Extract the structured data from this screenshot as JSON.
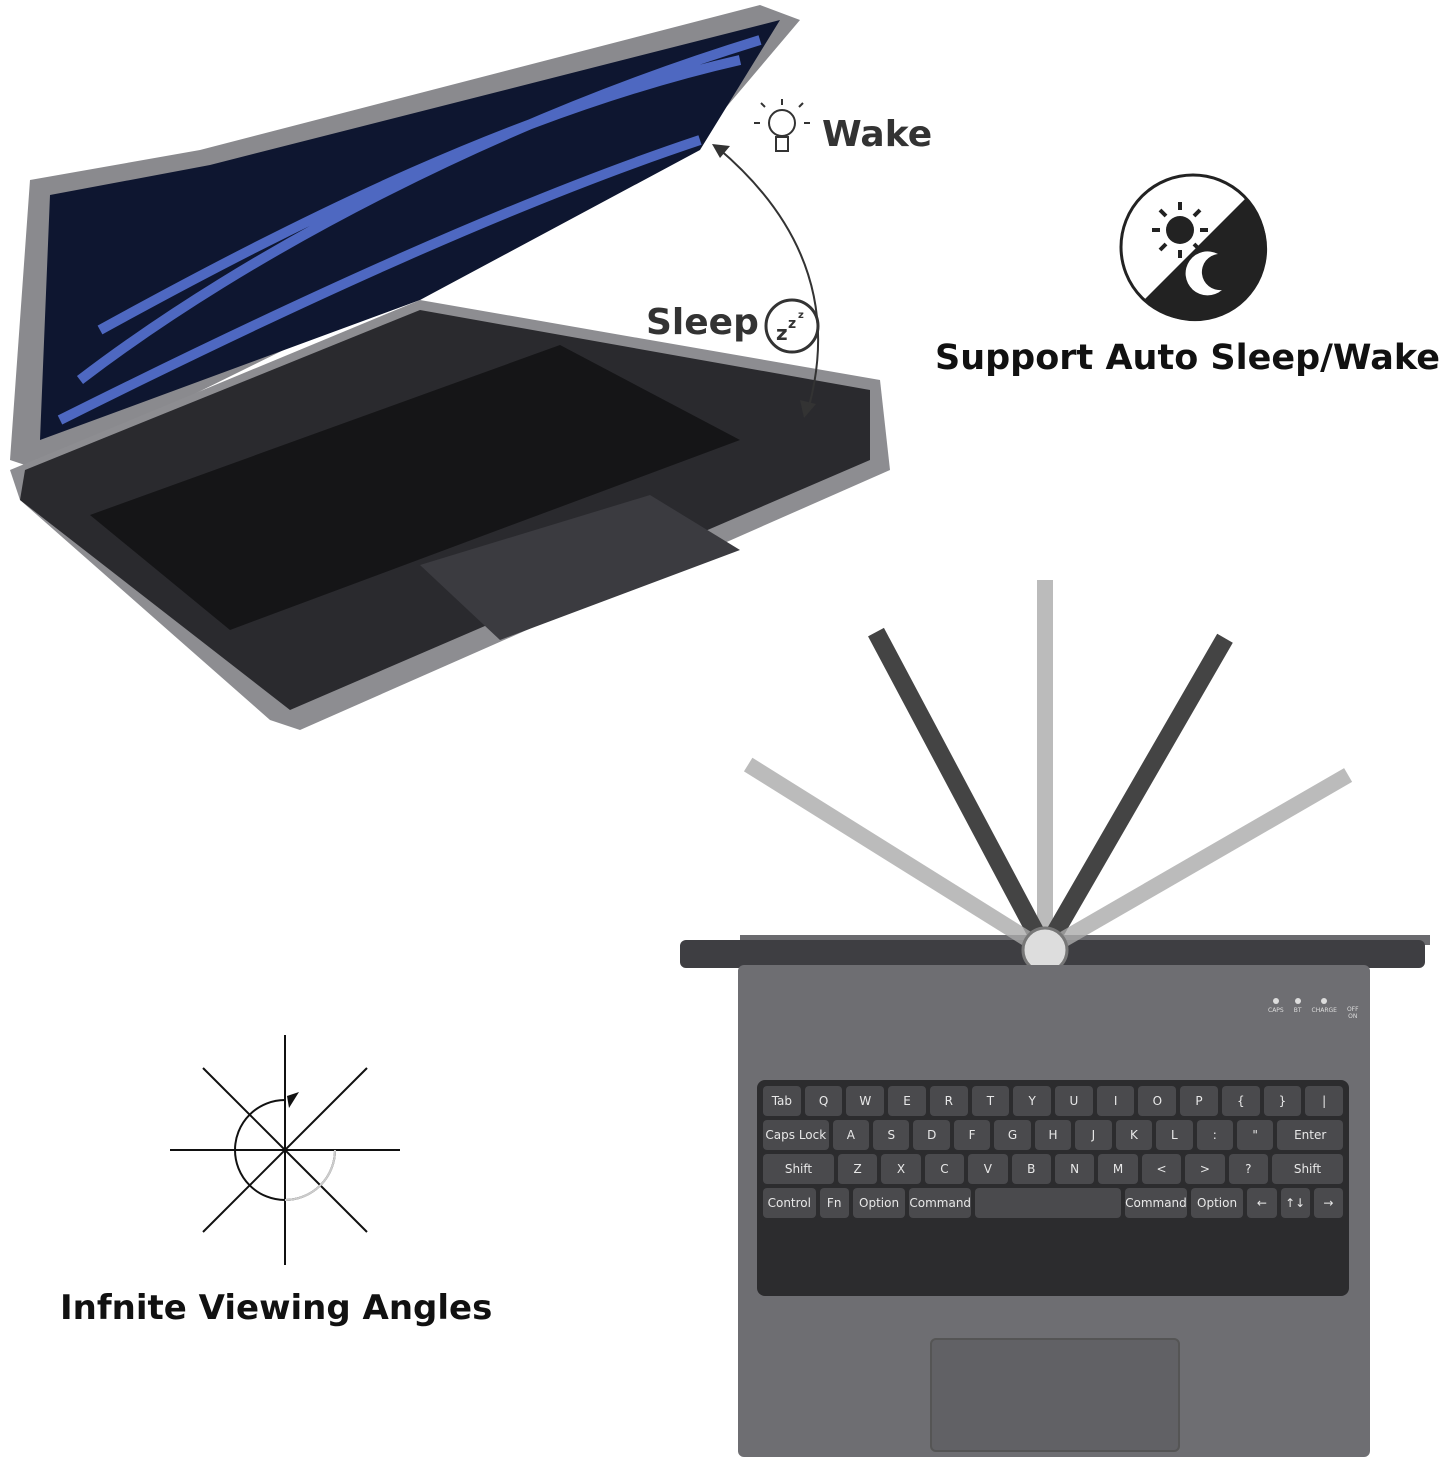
{
  "labels": {
    "wake": "Wake",
    "sleep": "Sleep"
  },
  "captions": {
    "auto_sleep": "Support Auto Sleep/Wake",
    "angles": "Infnite Viewing Angles"
  },
  "indicators": {
    "caps": "CAPS",
    "bt": "BT",
    "charge": "CHARGE",
    "off": "OFF",
    "on": "ON"
  },
  "keyboard": {
    "rows": [
      [
        "Tab",
        "Q",
        "W",
        "E",
        "R",
        "T",
        "Y",
        "U",
        "I",
        "O",
        "P",
        "{",
        "}",
        "|"
      ],
      [
        "Caps Lock",
        "A",
        "S",
        "D",
        "F",
        "G",
        "H",
        "J",
        "K",
        "L",
        ":",
        "\"",
        "Enter"
      ],
      [
        "Shift",
        "Z",
        "X",
        "C",
        "V",
        "B",
        "N",
        "M",
        "<",
        ">",
        "?",
        "Shift"
      ],
      [
        "Control",
        "Fn",
        "Option",
        "Command",
        "",
        "Command",
        "Option",
        "←",
        "↑↓",
        "→"
      ]
    ]
  },
  "colors": {
    "case": "#5f5f62",
    "frame": "#7a7a7e",
    "text": "#333333",
    "keys": "#2c2c2e"
  },
  "icons": [
    "lightbulb-icon",
    "sleep-zzz-icon",
    "sun-moon-icon",
    "rotation-angles-icon",
    "curved-arrow-icon"
  ]
}
